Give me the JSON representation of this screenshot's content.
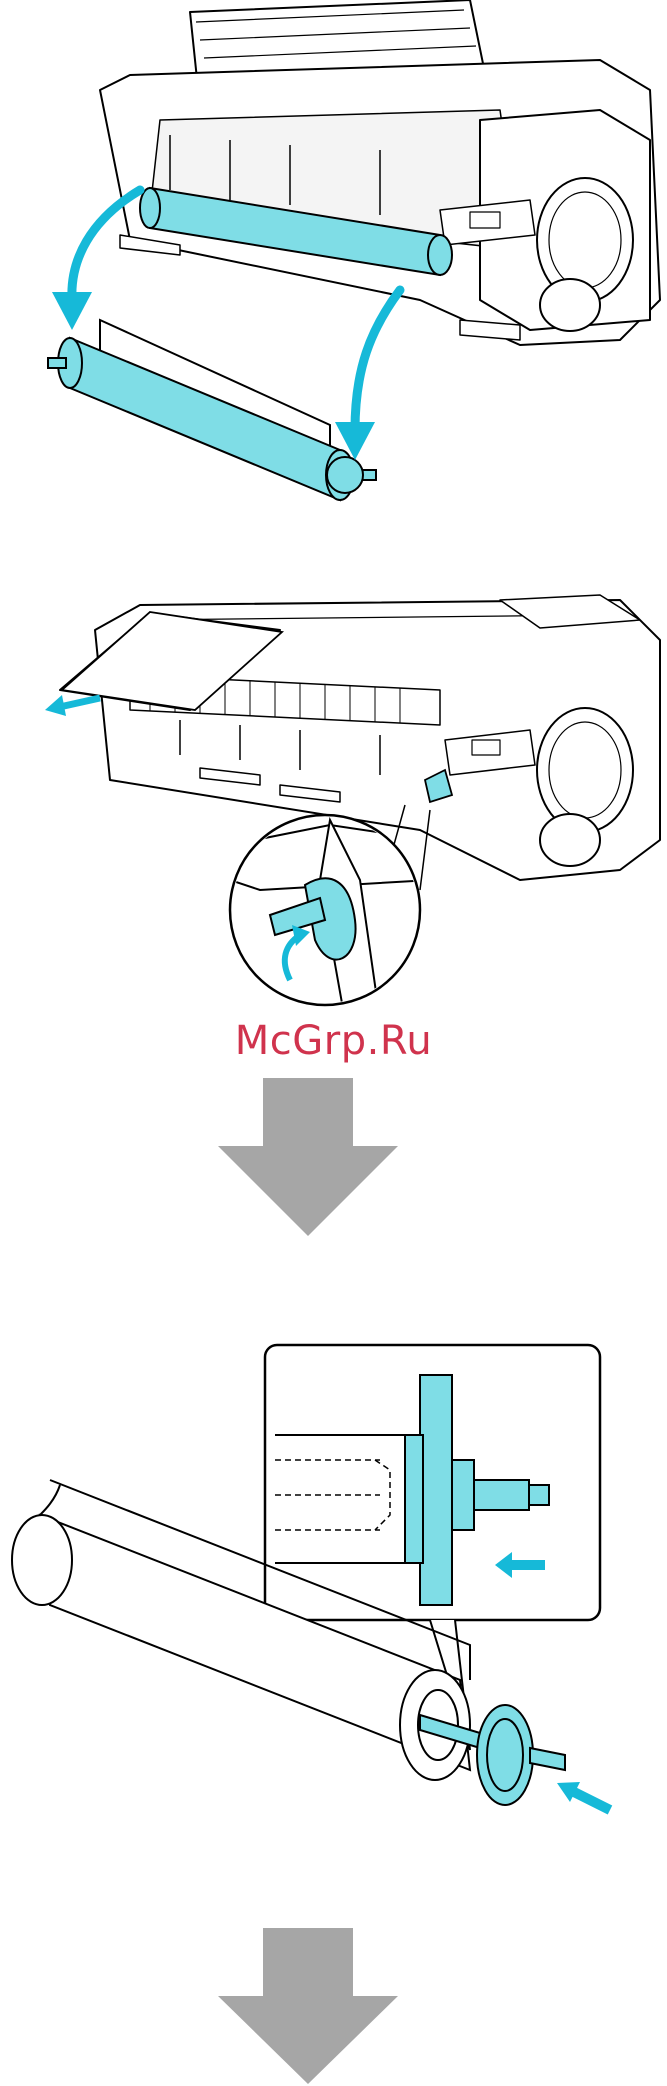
{
  "watermark": {
    "text": "McGrp.Ru"
  },
  "colors": {
    "accent": "#7fdde6",
    "accent_dark": "#16b9d8",
    "line": "#000000",
    "arrow_gray": "#a6a6a6",
    "watermark": "#c8102e"
  },
  "steps": [
    {
      "id": "remove-roll-holder",
      "icon": "printer-roll-removal-illustration"
    },
    {
      "id": "release-lever-remove-paper",
      "icon": "printer-lever-release-illustration"
    },
    {
      "id": "insert-roll-holder",
      "icon": "roll-holder-insertion-illustration"
    }
  ],
  "arrows": [
    {
      "direction": "down",
      "icon": "down-arrow-icon"
    },
    {
      "direction": "down",
      "icon": "down-arrow-icon"
    }
  ]
}
